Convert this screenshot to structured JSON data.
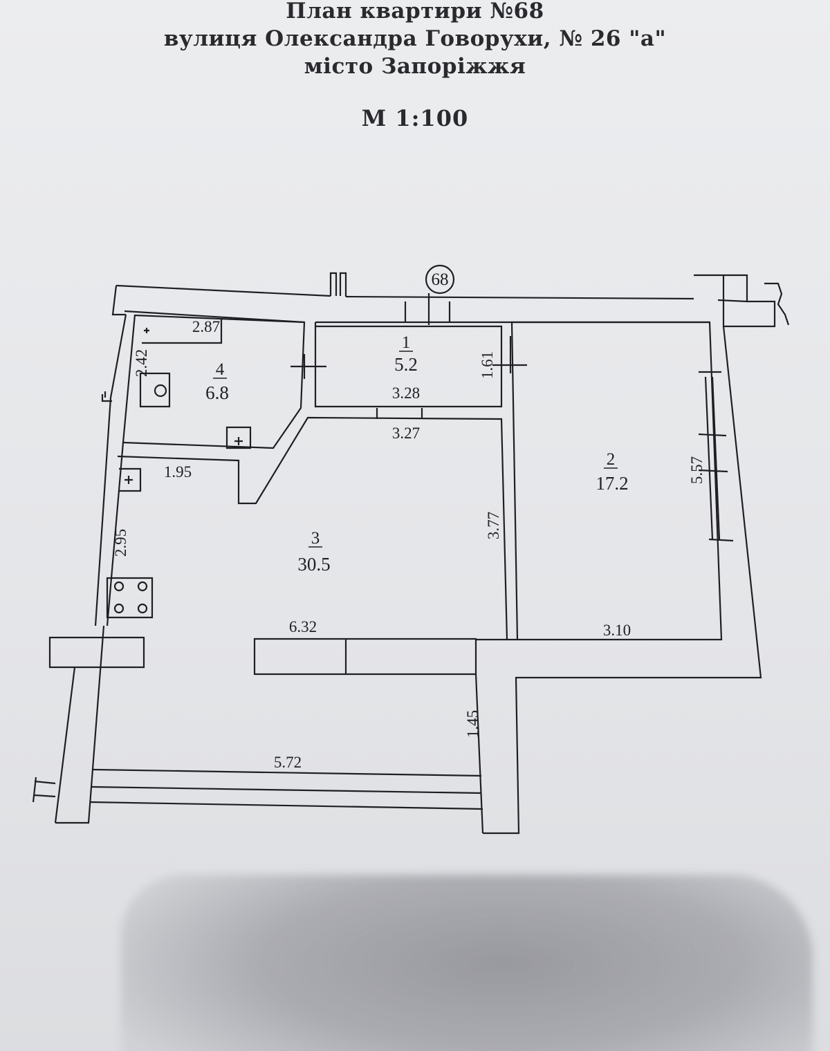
{
  "header": {
    "title": "План квартири №68",
    "street": "вулиця Олександра Говорухи, № 26 \"а\"",
    "city": "місто Запоріжжя",
    "scale": "М 1:100"
  },
  "apartment_marker": "68",
  "rooms": [
    {
      "number": "1",
      "area": "5.2"
    },
    {
      "number": "2",
      "area": "17.2"
    },
    {
      "number": "3",
      "area": "30.5"
    },
    {
      "number": "4",
      "area": "6.8"
    }
  ],
  "dimensions": {
    "d287": "2.87",
    "d242": "2.42",
    "d328": "3.28",
    "d327": "3.27",
    "d161": "1.61",
    "d195": "1.95",
    "d295": "2.95",
    "d377": "3.77",
    "d557": "5.57",
    "d310": "3.10",
    "d632": "6.32",
    "d145": "1.45",
    "d572": "5.72"
  },
  "colors": {
    "paper": "#e8e9ec",
    "ink": "#1f1f23"
  }
}
